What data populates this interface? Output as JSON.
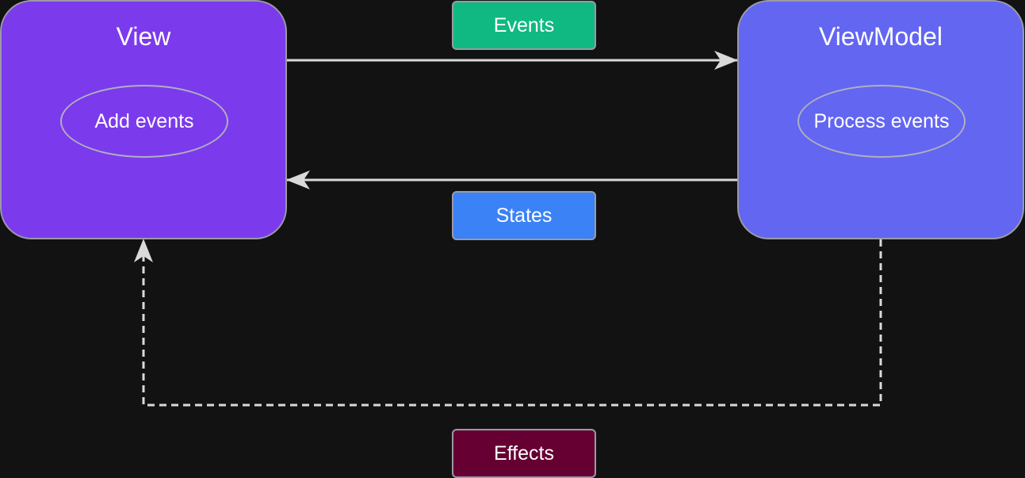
{
  "nodes": {
    "view": {
      "title": "View",
      "inner_label": "Add events",
      "color": "#7c3aed"
    },
    "viewmodel": {
      "title": "ViewModel",
      "inner_label": "Process events",
      "color": "#6366f1"
    }
  },
  "edges": {
    "events": {
      "label": "Events",
      "color": "#10b981",
      "from": "View",
      "to": "ViewModel",
      "style": "solid"
    },
    "states": {
      "label": "States",
      "color": "#3b82f6",
      "from": "ViewModel",
      "to": "View",
      "style": "solid"
    },
    "effects": {
      "label": "Effects",
      "color": "#660033",
      "from": "ViewModel",
      "to": "View",
      "style": "dashed"
    }
  },
  "colors": {
    "background": "#121212",
    "connector": "#d9d9d9",
    "border": "#9a9aa6"
  }
}
